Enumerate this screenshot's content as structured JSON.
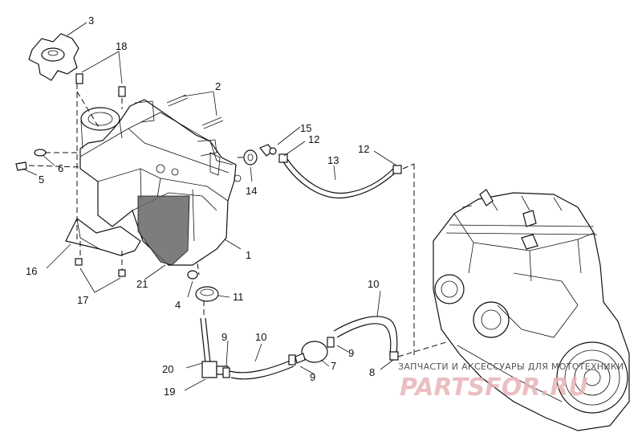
{
  "callouts": [
    {
      "id": "c1",
      "text": "1"
    },
    {
      "id": "c2",
      "text": "2"
    },
    {
      "id": "c3",
      "text": "3"
    },
    {
      "id": "c4",
      "text": "4"
    },
    {
      "id": "c5",
      "text": "5"
    },
    {
      "id": "c6",
      "text": "6"
    },
    {
      "id": "c7",
      "text": "7"
    },
    {
      "id": "c8",
      "text": "8"
    },
    {
      "id": "c9a",
      "text": "9"
    },
    {
      "id": "c9b",
      "text": "9"
    },
    {
      "id": "c9c",
      "text": "9"
    },
    {
      "id": "c10a",
      "text": "10"
    },
    {
      "id": "c10b",
      "text": "10"
    },
    {
      "id": "c11",
      "text": "11"
    },
    {
      "id": "c12a",
      "text": "12"
    },
    {
      "id": "c12b",
      "text": "12"
    },
    {
      "id": "c13",
      "text": "13"
    },
    {
      "id": "c14",
      "text": "14"
    },
    {
      "id": "c15",
      "text": "15"
    },
    {
      "id": "c16",
      "text": "16"
    },
    {
      "id": "c17",
      "text": "17"
    },
    {
      "id": "c18",
      "text": "18"
    },
    {
      "id": "c19",
      "text": "19"
    },
    {
      "id": "c20",
      "text": "20"
    },
    {
      "id": "c21",
      "text": "21"
    }
  ],
  "watermark": {
    "tagline": "ЗАПЧАСТИ И АКСЕССУАРЫ ДЛЯ МОТОТЕХНИКИ",
    "logo": "PARTSFOR.RU"
  }
}
